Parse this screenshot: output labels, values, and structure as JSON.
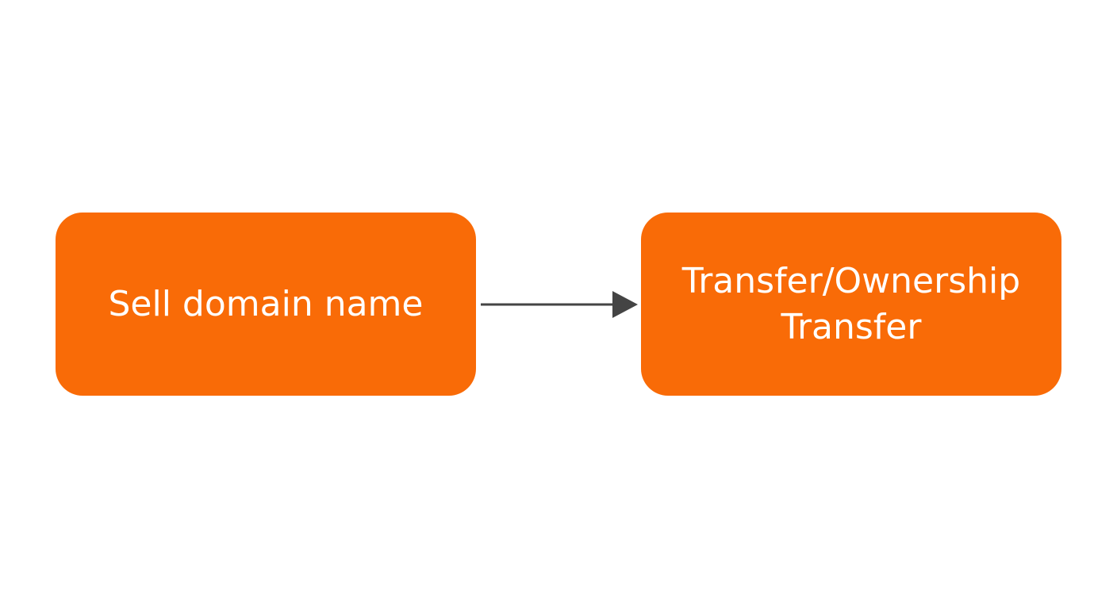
{
  "colors": {
    "background": "#ffffff",
    "node_fill": "#f96b07",
    "node_text": "#ffffff",
    "arrow": "#444444"
  },
  "nodes": [
    {
      "lines": [
        "Sell domain name"
      ]
    },
    {
      "lines": [
        "Transfer/Ownership",
        "Transfer"
      ]
    }
  ],
  "edges": [
    {
      "from": 0,
      "to": 1,
      "style": "solid-arrow"
    }
  ]
}
